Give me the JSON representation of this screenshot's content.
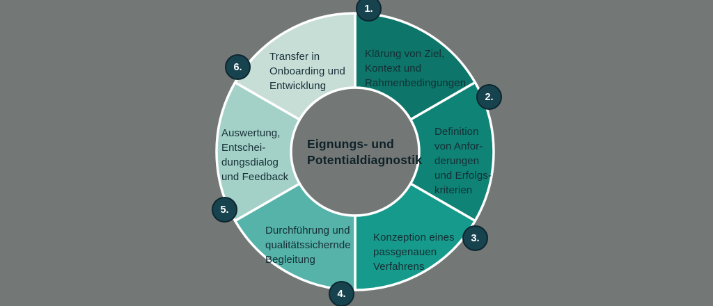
{
  "colors": {
    "background": "#737877",
    "divider": "#ffffff",
    "badge_bg": "#17434f",
    "badge_border": "#0c2630",
    "badge_text": "#ffffff",
    "label_text": "#152e35",
    "center_title_text": "#0e2127"
  },
  "diagram": {
    "center_title": "Eignungs- und\nPotentialdiagnostik",
    "segments": [
      {
        "number": "1.",
        "label": "Klärung von Ziel,\nKontext und\nRahmenbedingungen",
        "color": "#0d7569"
      },
      {
        "number": "2.",
        "label": "Definition\nvon Anfor-\nderungen\nund Erfolgs-\nkriterien",
        "color": "#0e8376"
      },
      {
        "number": "3.",
        "label": "Konzeption eines\npassgenauen\nVerfahrens",
        "color": "#169a8b"
      },
      {
        "number": "4.",
        "label": "Durchführung und\nqualitätssichernde\nBegleitung",
        "color": "#55b3a9"
      },
      {
        "number": "5.",
        "label": "Auswertung,\nEntschei-\ndungsdialog\nund Feedback",
        "color": "#a3d0c7"
      },
      {
        "number": "6.",
        "label": "Transfer in\nOnboarding und\nEntwicklung",
        "color": "#c7ded7"
      }
    ]
  }
}
